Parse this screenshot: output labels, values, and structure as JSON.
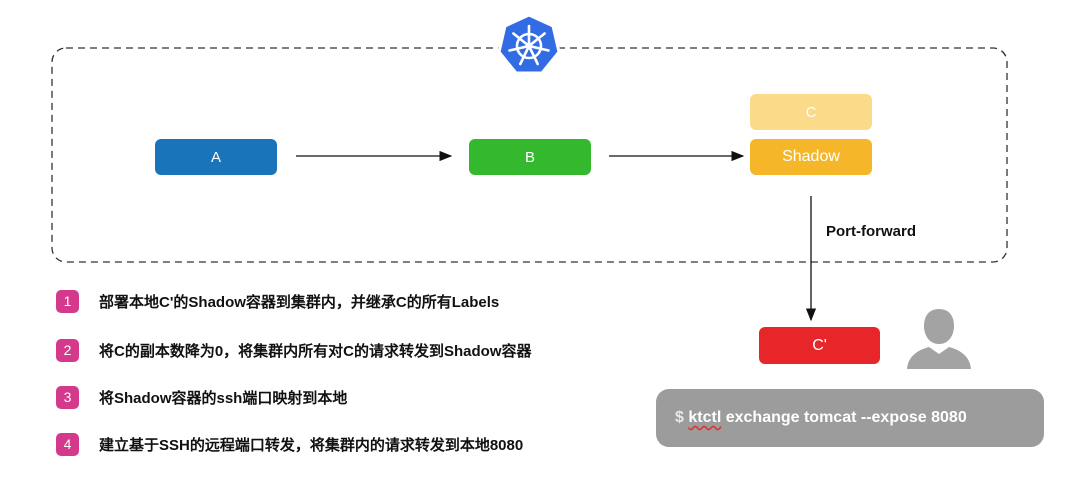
{
  "nodes": {
    "a": "A",
    "b": "B",
    "c": "C",
    "shadow": "Shadow",
    "c_prime": "C'"
  },
  "port_forward_label": "Port-forward",
  "steps": [
    {
      "num": "1",
      "text": "部署本地C'的Shadow容器到集群内，并继承C的所有Labels"
    },
    {
      "num": "2",
      "text": "将C的副本数降为0，将集群内所有对C的请求转发到Shadow容器"
    },
    {
      "num": "3",
      "text": "将Shadow容器的ssh端口映射到本地"
    },
    {
      "num": "4",
      "text": "建立基于SSH的远程端口转发，将集群内的请求转发到本地8080"
    }
  ],
  "terminal": {
    "prompt": "$",
    "command": "ktctl",
    "args": "exchange tomcat --expose 8080"
  },
  "icons": [
    "kubernetes-logo-icon",
    "user-silhouette-icon"
  ],
  "colors": {
    "a": "#1a74b9",
    "b": "#33b82e",
    "c": "#fbda89",
    "shadow": "#f5b729",
    "c_prime": "#e8262a",
    "step_badge": "#d5398b",
    "terminal_bg": "#9c9c9c",
    "k8s_logo": "#326ce5"
  }
}
